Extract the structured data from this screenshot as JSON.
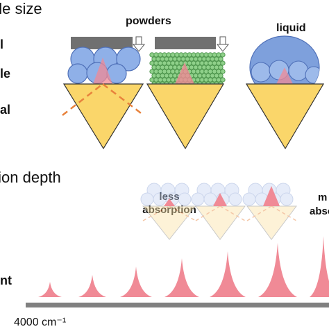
{
  "headings": {
    "particle_size": "Particle size",
    "penetration_depth": "Penetration depth"
  },
  "row_labels": [
    "l",
    "le",
    "al",
    "nt"
  ],
  "labels": {
    "powders": "powders",
    "liquid": "liquid",
    "less_absorption_line1": "less",
    "less_absorption_line2": "absorption",
    "more_absorption_line1": "m",
    "more_absorption_line2": "abso"
  },
  "axis": {
    "label": "4000 cm⁻¹"
  },
  "colors": {
    "particle_blue": "#8fb0e8",
    "particle_green": "#8fd08a",
    "crystal_yellow": "#fad66a",
    "wave_pink": "#f08a96",
    "ir_beam_orange": "#e8823c",
    "press_gray": "#707070",
    "axis_gray": "#808080"
  },
  "icons": [
    "press-arrow-icon",
    "press-arrow-icon"
  ]
}
